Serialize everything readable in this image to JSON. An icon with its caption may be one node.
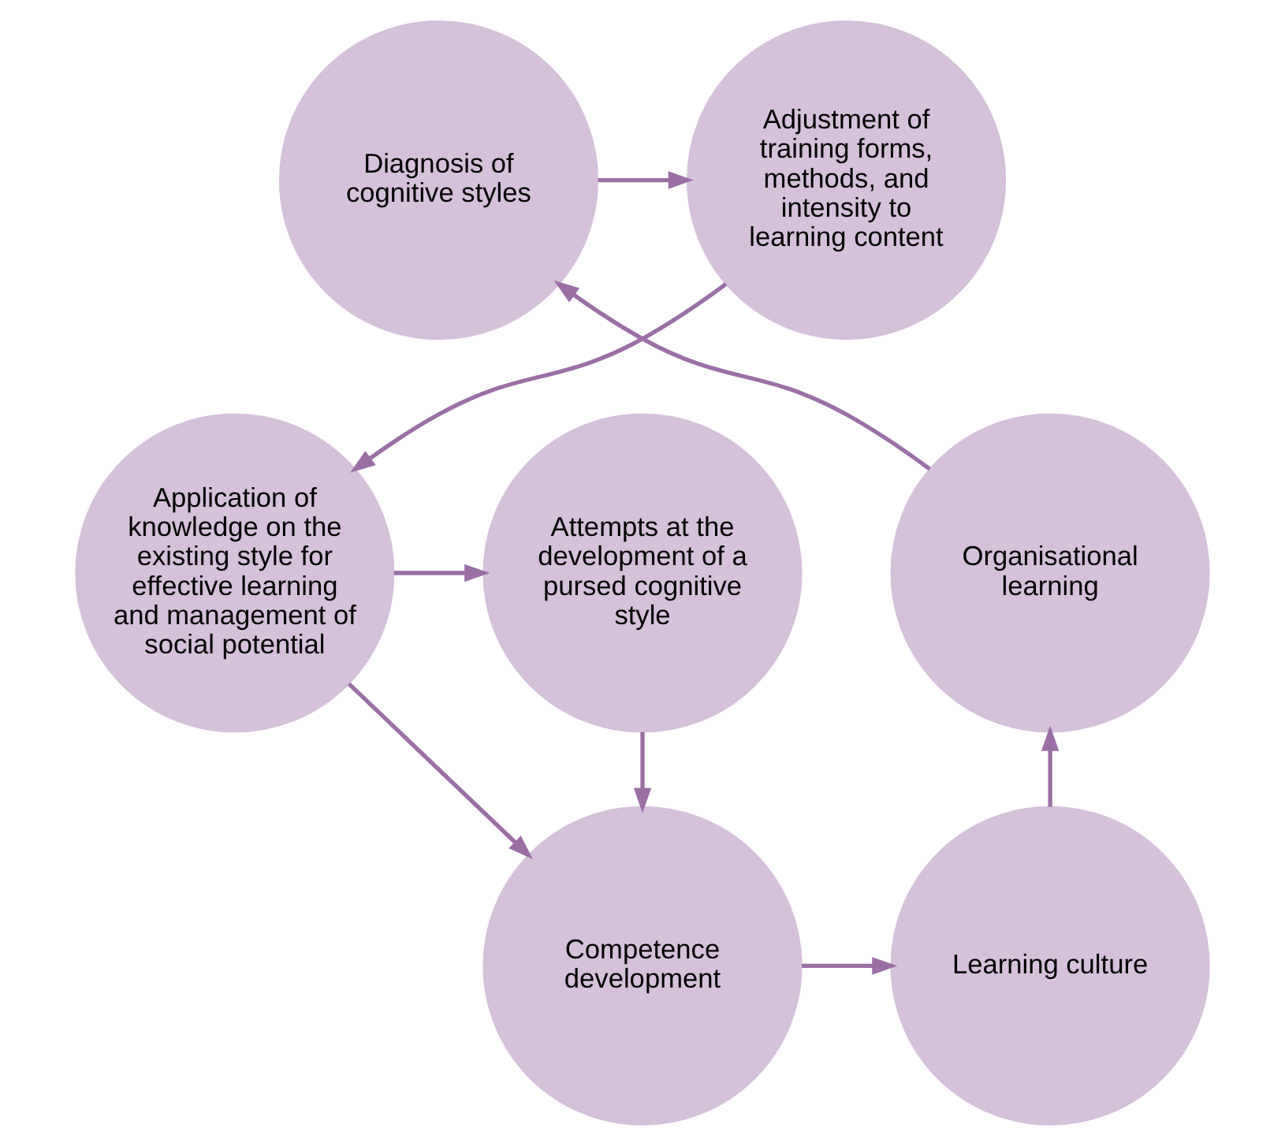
{
  "diagram": {
    "nodes": [
      {
        "text": [
          "Diagnosis of cognitive styles"
        ]
      },
      {
        "text": [
          "Adjustment of training forms, methods, and intensity to learning content"
        ]
      },
      {
        "text": [
          "Application of knowledge on the existing style for effective learning and management of social potential"
        ]
      },
      {
        "text": [
          "Attempts at the development of a pursed cognitive style"
        ]
      },
      {
        "text": [
          "Competence development"
        ]
      },
      {
        "text": [
          "Learning culture"
        ]
      },
      {
        "text": [
          "Organisational learning"
        ]
      }
    ],
    "edges": [
      {
        "from": 0,
        "to": 1,
        "arrow": "to"
      },
      {
        "from": 1,
        "to": 2,
        "arrow": "to"
      },
      {
        "from": 2,
        "to": 3,
        "arrow": "to"
      },
      {
        "from": 3,
        "to": 4,
        "arrow": "to"
      },
      {
        "from": 2,
        "to": 4,
        "arrow": "to"
      },
      {
        "from": 4,
        "to": 5,
        "arrow": "to"
      },
      {
        "from": 5,
        "to": 6,
        "arrow": "to"
      },
      {
        "from": 6,
        "to": 0,
        "arrow": "to"
      }
    ]
  }
}
